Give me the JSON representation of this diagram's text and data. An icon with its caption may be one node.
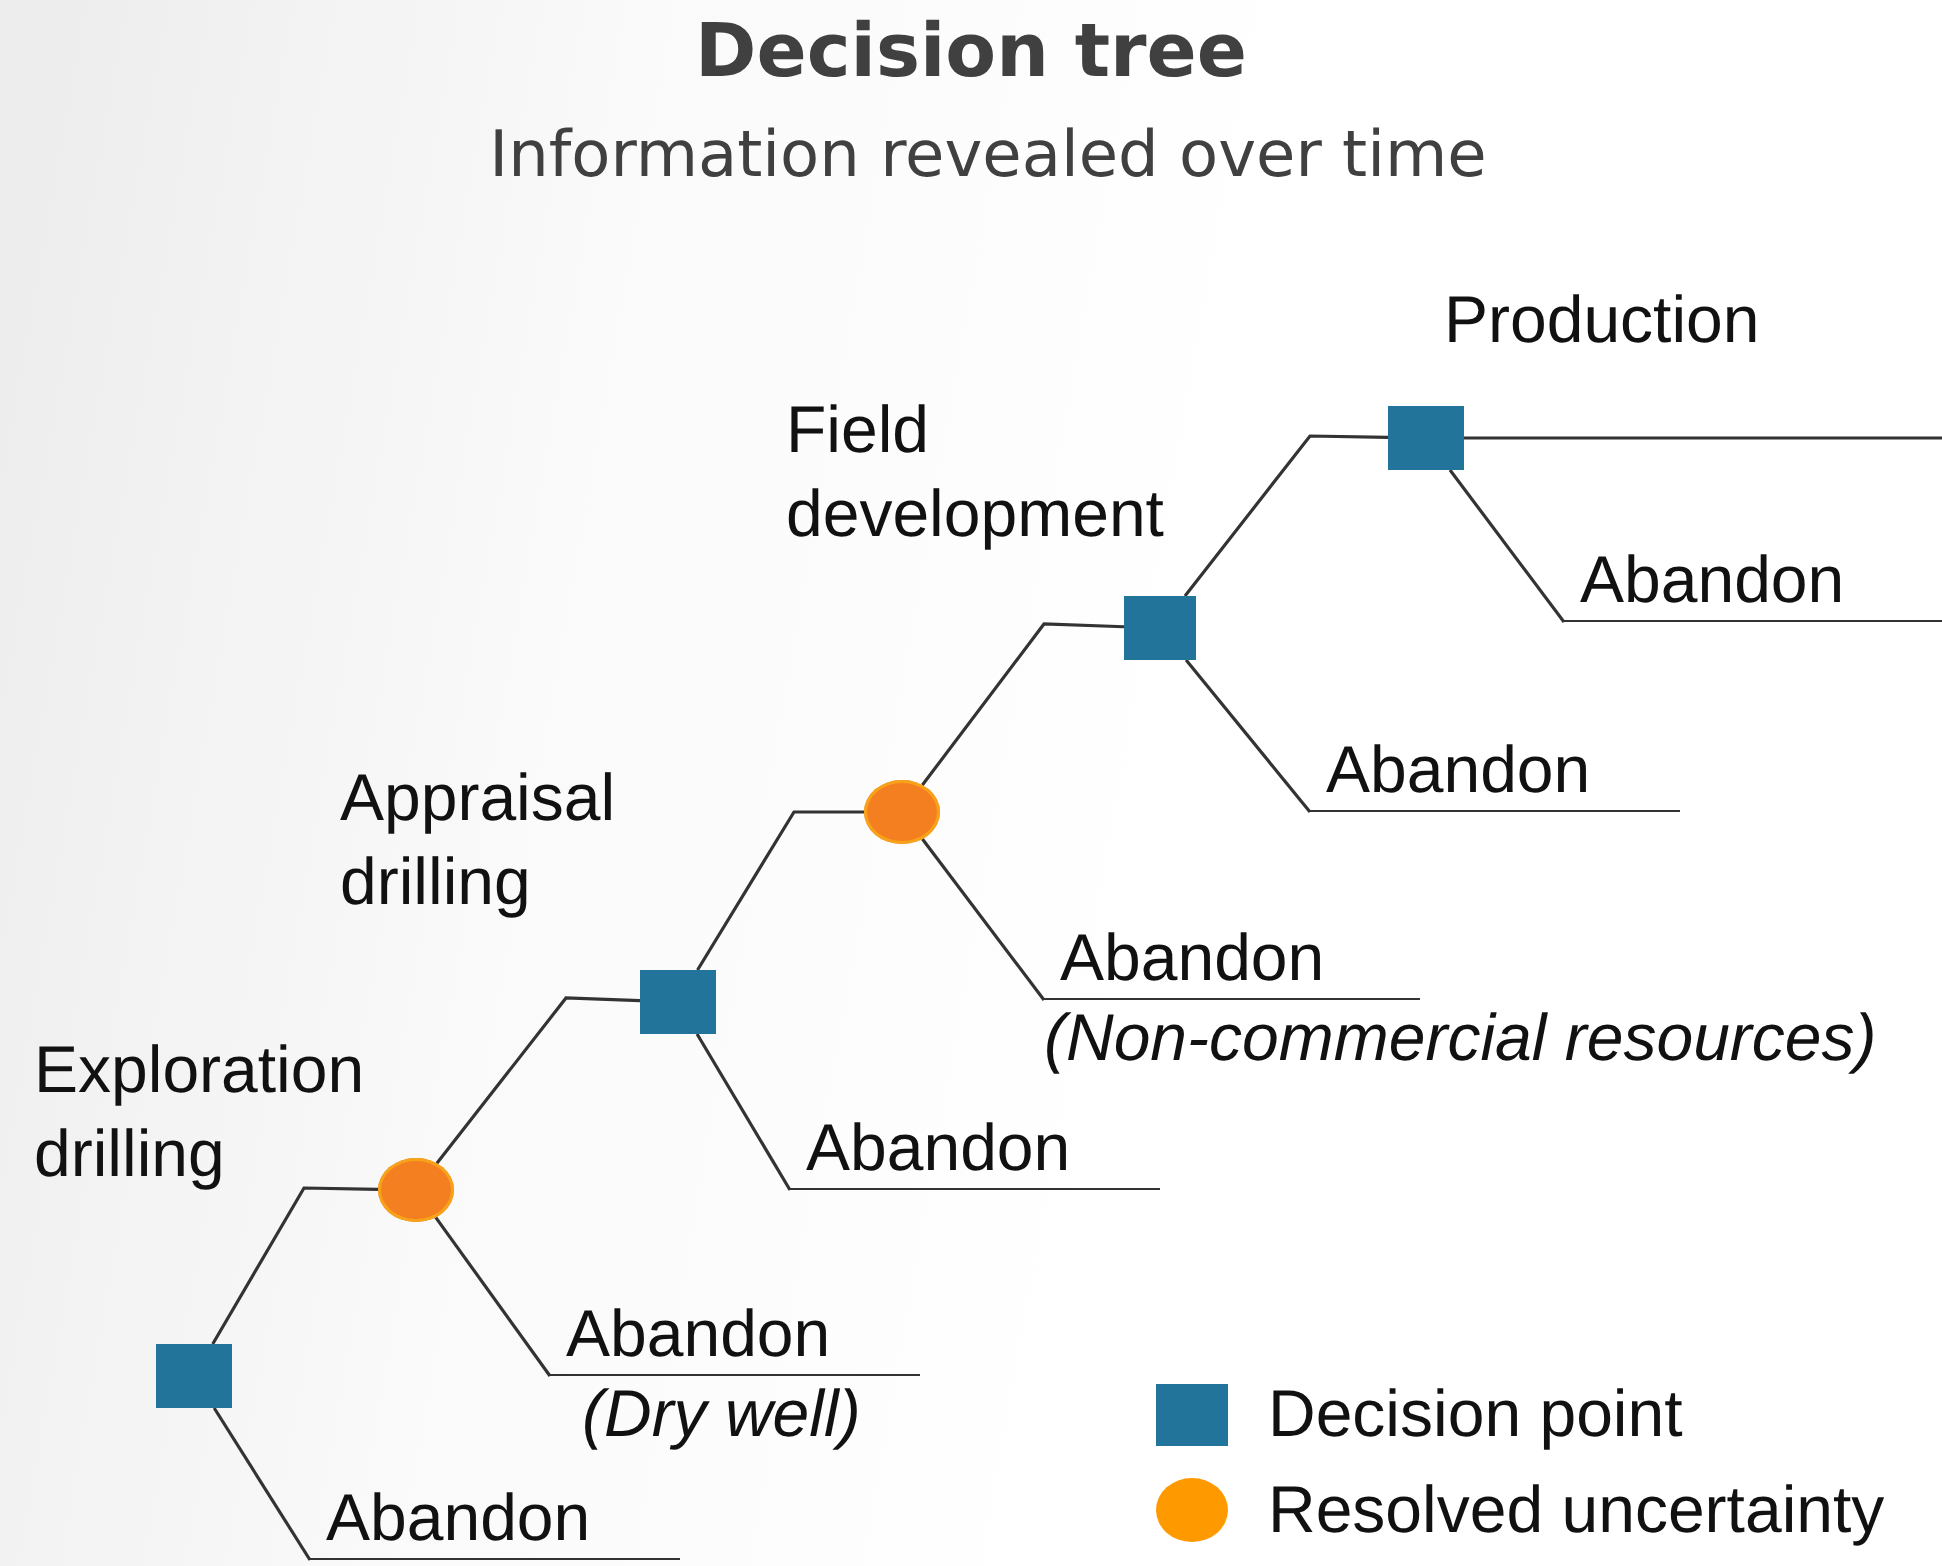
{
  "diagram": {
    "title": "Decision tree",
    "caption": "Information revealed over time",
    "nodes": [
      {
        "text": [],
        "shape": "box"
      },
      {
        "text": [],
        "shape": "circle"
      },
      {
        "text": [
          "Abandon"
        ]
      },
      {
        "text": [],
        "shape": "box"
      },
      {
        "text": [
          "Abandon",
          "(Dry well)"
        ]
      },
      {
        "text": [],
        "shape": "circle"
      },
      {
        "text": [
          "Abandon"
        ]
      },
      {
        "text": [],
        "shape": "box"
      },
      {
        "text": [
          "Abandon",
          "(Non-commercial resources)"
        ]
      },
      {
        "text": [],
        "shape": "box"
      },
      {
        "text": [
          "Abandon"
        ]
      },
      {
        "text": [
          "Abandon"
        ]
      }
    ],
    "edges": [
      {
        "from": 0,
        "to": 1,
        "arrow": "none",
        "label": "Exploration drilling"
      },
      {
        "from": 0,
        "to": 2,
        "arrow": "none"
      },
      {
        "from": 1,
        "to": 3,
        "arrow": "none"
      },
      {
        "from": 1,
        "to": 4,
        "arrow": "none"
      },
      {
        "from": 3,
        "to": 5,
        "arrow": "none",
        "label": "Appraisal drilling"
      },
      {
        "from": 3,
        "to": 6,
        "arrow": "none"
      },
      {
        "from": 5,
        "to": 7,
        "arrow": "none"
      },
      {
        "from": 5,
        "to": 8,
        "arrow": "none"
      },
      {
        "from": 7,
        "to": 9,
        "arrow": "none",
        "label": "Field development"
      },
      {
        "from": 7,
        "to": 10,
        "arrow": "none"
      },
      {
        "from": 9,
        "to": null,
        "arrow": "none",
        "label": "Production"
      },
      {
        "from": 9,
        "to": 11,
        "arrow": "none"
      }
    ],
    "legend": [
      {
        "text": "Decision point",
        "color": "#23749b"
      },
      {
        "text": "Resolved uncertainty",
        "color": "#ff9900"
      }
    ]
  }
}
